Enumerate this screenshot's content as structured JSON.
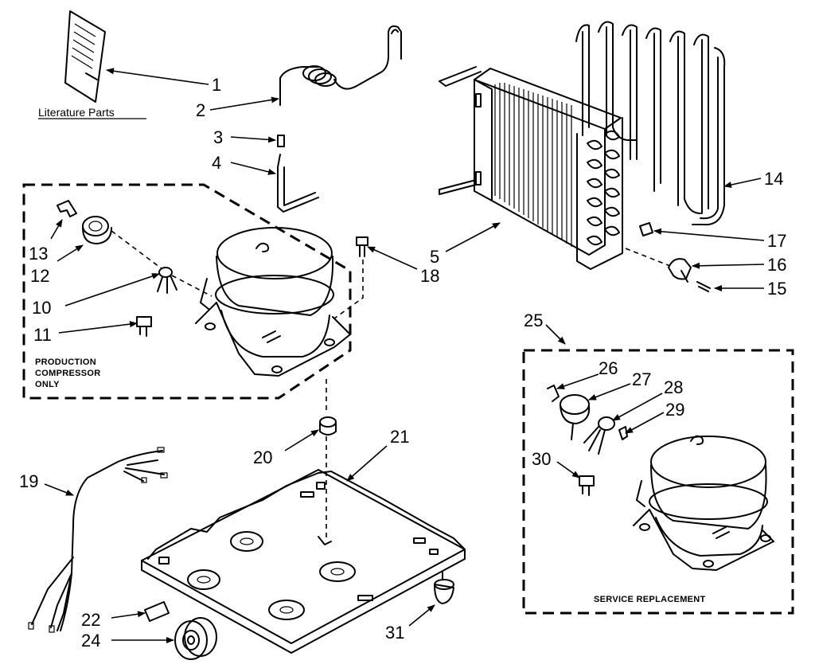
{
  "diagram": {
    "literature_label": "Literature Parts",
    "production_note": [
      "PRODUCTION",
      "COMPRESSOR",
      "ONLY"
    ],
    "service_note": "SERVICE REPLACEMENT",
    "callouts": {
      "c1": "1",
      "c2": "2",
      "c3": "3",
      "c4": "4",
      "c5": "5",
      "c10": "10",
      "c11": "11",
      "c12": "12",
      "c13": "13",
      "c14": "14",
      "c15": "15",
      "c16": "16",
      "c17": "17",
      "c18": "18",
      "c19": "19",
      "c20": "20",
      "c21": "21",
      "c22": "22",
      "c24": "24",
      "c25": "25",
      "c26": "26",
      "c27": "27",
      "c28": "28",
      "c29": "29",
      "c30": "30",
      "c31": "31"
    }
  }
}
